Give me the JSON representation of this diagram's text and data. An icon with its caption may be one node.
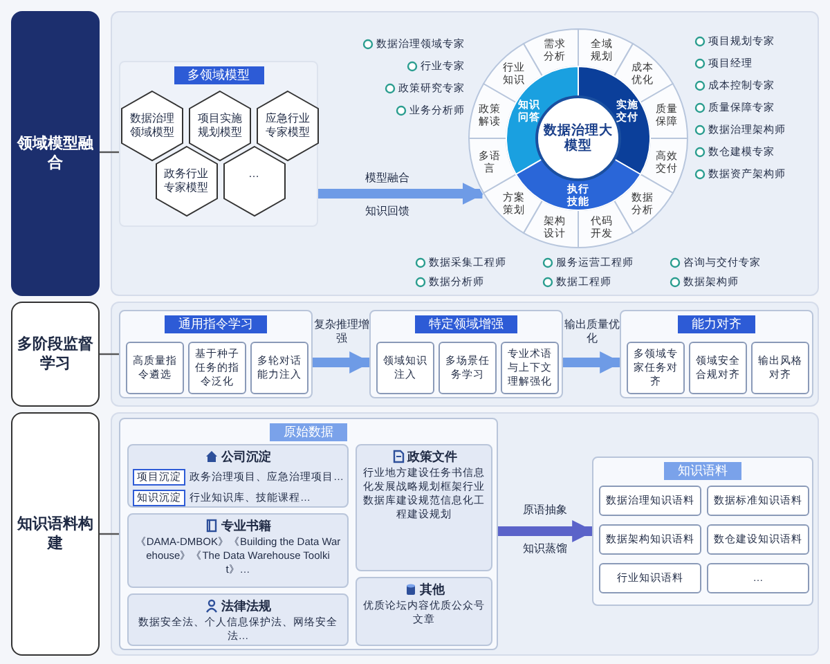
{
  "diagram": {
    "nodes": [
      {
        "text": [
          "领域模型融合"
        ]
      },
      {
        "text": [
          "多领域模型"
        ]
      },
      {
        "text": [
          "数据治理领域模型"
        ],
        "in": 1
      },
      {
        "text": [
          "项目实施规划模型"
        ],
        "in": 1
      },
      {
        "text": [
          "应急行业专家模型"
        ],
        "in": 1
      },
      {
        "text": [
          "政务行业专家模型"
        ],
        "in": 1
      },
      {
        "text": [
          "…"
        ],
        "in": 1
      },
      {
        "text": [],
        "shape": "circle"
      },
      {
        "text": [
          "数据治理大模型"
        ],
        "in": 7
      },
      {
        "text": [
          "知识问答"
        ],
        "in": 7
      },
      {
        "text": [
          "实施交付"
        ],
        "in": 7
      },
      {
        "text": [
          "执行技能"
        ],
        "in": 7
      },
      {
        "text": [
          "需求分析"
        ],
        "in": 7
      },
      {
        "text": [
          "全域规划"
        ],
        "in": 7
      },
      {
        "text": [
          "成本优化"
        ],
        "in": 7
      },
      {
        "text": [
          "质量保障"
        ],
        "in": 7
      },
      {
        "text": [
          "高效交付"
        ],
        "in": 7
      },
      {
        "text": [
          "数据分析"
        ],
        "in": 7
      },
      {
        "text": [
          "代码开发"
        ],
        "in": 7
      },
      {
        "text": [
          "架构设计"
        ],
        "in": 7
      },
      {
        "text": [
          "方案策划"
        ],
        "in": 7
      },
      {
        "text": [
          "多语言"
        ],
        "in": 7
      },
      {
        "text": [
          "政策解读"
        ],
        "in": 7
      },
      {
        "text": [
          "行业知识"
        ],
        "in": 7
      },
      {
        "text": [
          "多阶段监督学习"
        ]
      },
      {
        "text": [
          "通用指令学习"
        ]
      },
      {
        "text": [
          "高质量指令遴选"
        ],
        "in": 25
      },
      {
        "text": [
          "基于种子任务的指令泛化"
        ],
        "in": 25
      },
      {
        "text": [
          "多轮对话能力注入"
        ],
        "in": 25
      },
      {
        "text": [
          "特定领域增强"
        ]
      },
      {
        "text": [
          "领域知识注入"
        ],
        "in": 29
      },
      {
        "text": [
          "多场景任务学习"
        ],
        "in": 29
      },
      {
        "text": [
          "专业术语与上下文理解强化"
        ],
        "in": 29
      },
      {
        "text": [
          "能力对齐"
        ]
      },
      {
        "text": [
          "多领域专家任务对齐"
        ],
        "in": 33
      },
      {
        "text": [
          "领域安全合规对齐"
        ],
        "in": 33
      },
      {
        "text": [
          "输出风格对齐"
        ],
        "in": 33
      },
      {
        "text": [
          "知识语料构建"
        ]
      },
      {
        "text": [
          "原始数据"
        ]
      },
      {
        "text": [
          "公司沉淀"
        ],
        "in": 38
      },
      {
        "text": [
          "项目沉淀"
        ],
        "beside": [
          "政务治理项目、应急治理项目…"
        ],
        "in": 39
      },
      {
        "text": [
          "知识沉淀"
        ],
        "beside": [
          "行业知识库、技能课程…"
        ],
        "in": 39
      },
      {
        "text": [
          "专业书籍",
          "《DAMA-DMBOK》《Building the Data Warehouse》《The Data Warehouse Toolkit》…"
        ],
        "in": 38
      },
      {
        "text": [
          "法律法规",
          "数据安全法、个人信息保护法、网络安全法…"
        ],
        "in": 38
      },
      {
        "text": [
          "政策文件",
          "行业地方建设任务书信息化发展战略规划框架行业数据库建设规范信息化工程建设规划"
        ],
        "in": 38
      },
      {
        "text": [
          "其他",
          "优质论坛内容优质公众号文章"
        ],
        "in": 38
      },
      {
        "text": [
          "知识语料"
        ]
      },
      {
        "text": [
          "数据治理知识语料"
        ],
        "in": 46
      },
      {
        "text": [
          "数据标准知识语料"
        ],
        "in": 46
      },
      {
        "text": [
          "数据架构知识语料"
        ],
        "in": 46
      },
      {
        "text": [
          "数仓建设知识语料"
        ],
        "in": 46
      },
      {
        "text": [
          "行业知识语料"
        ],
        "in": 46
      },
      {
        "text": [
          "…"
        ],
        "in": 46
      }
    ],
    "edges": [
      {
        "from": 0,
        "to": 1,
        "arrow": "none"
      },
      {
        "from": 1,
        "to": 7,
        "arrow": "to",
        "label": "模型融合",
        "color": "#6e9be6"
      },
      {
        "from": 24,
        "to": 25,
        "arrow": "none"
      },
      {
        "from": 25,
        "to": 29,
        "arrow": "to",
        "label": "复杂推理增强",
        "color": "#6e9be6"
      },
      {
        "from": 29,
        "to": 33,
        "arrow": "to",
        "label": "输出质量优化",
        "color": "#6e9be6"
      },
      {
        "from": 37,
        "to": 38,
        "arrow": "none"
      },
      {
        "from": 38,
        "to": 46,
        "arrow": "to",
        "label": "原语抽象",
        "color": "#5b63c9"
      }
    ],
    "labels": [
      "知识回馈",
      "数据治理领域专家",
      "行业专家",
      "政策研究专家",
      "业务分析师",
      "项目规划专家",
      "项目经理",
      "成本控制专家",
      "质量保障专家",
      "数据治理架构师",
      "数仓建模专家",
      "数据资产架构师",
      "数据采集工程师",
      "服务运营工程师",
      "咨询与交付专家",
      "数据分析师",
      "数据工程师",
      "数据架构师",
      "知识蒸馏"
    ]
  }
}
